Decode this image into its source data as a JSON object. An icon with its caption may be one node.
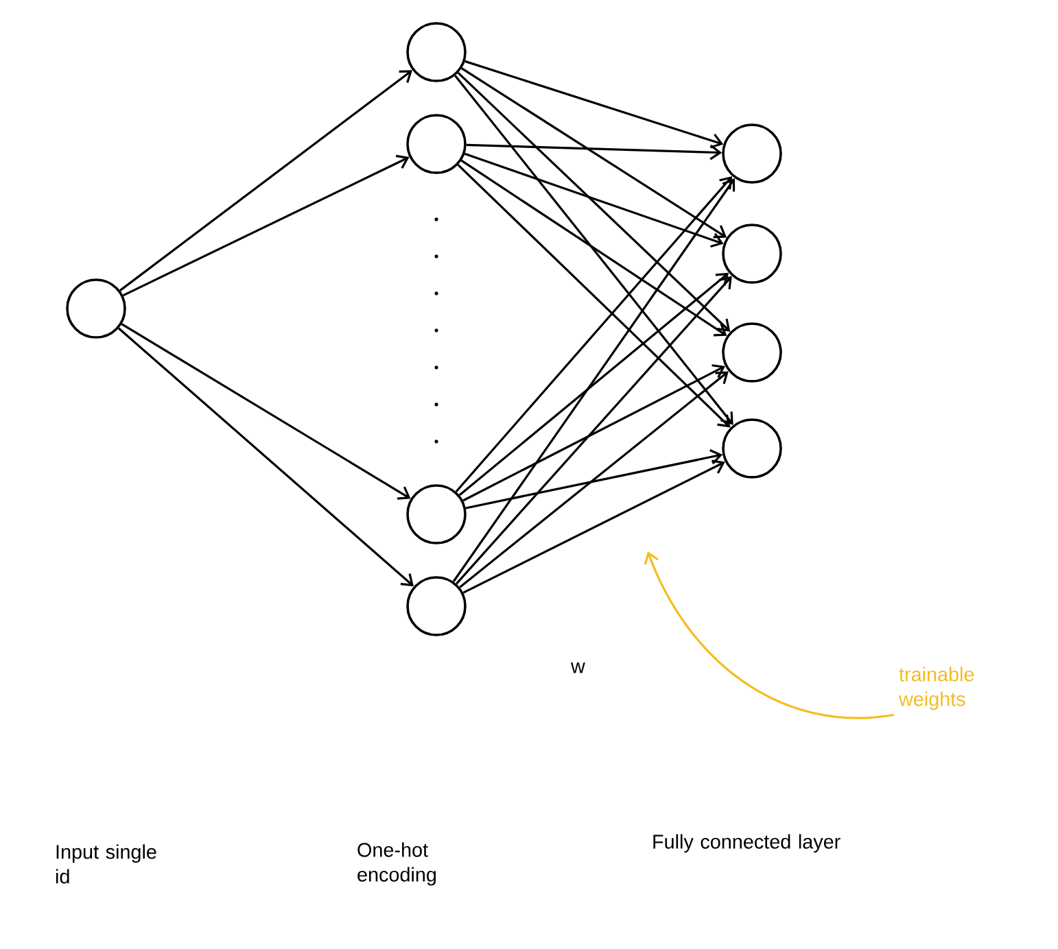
{
  "diagram": {
    "nodes": [
      {
        "text": [],
        "shape": "circle"
      },
      {
        "text": [],
        "shape": "circle"
      },
      {
        "text": [],
        "shape": "circle"
      },
      {
        "text": [],
        "shape": "circle"
      },
      {
        "text": [],
        "shape": "circle"
      },
      {
        "text": [],
        "shape": "circle"
      },
      {
        "text": [],
        "shape": "circle"
      },
      {
        "text": [],
        "shape": "circle"
      },
      {
        "text": [],
        "shape": "circle"
      },
      {
        "text": [
          "trainable weights"
        ]
      }
    ],
    "edges": [
      {
        "from": 0,
        "to": 1,
        "arrow": "to"
      },
      {
        "from": 0,
        "to": 2,
        "arrow": "to"
      },
      {
        "from": 0,
        "to": 3,
        "arrow": "to"
      },
      {
        "from": 0,
        "to": 4,
        "arrow": "to"
      },
      {
        "from": 1,
        "to": 5,
        "arrow": "to"
      },
      {
        "from": 1,
        "to": 6,
        "arrow": "to"
      },
      {
        "from": 1,
        "to": 7,
        "arrow": "to"
      },
      {
        "from": 1,
        "to": 8,
        "arrow": "to"
      },
      {
        "from": 2,
        "to": 5,
        "arrow": "to"
      },
      {
        "from": 2,
        "to": 6,
        "arrow": "to"
      },
      {
        "from": 2,
        "to": 7,
        "arrow": "to"
      },
      {
        "from": 2,
        "to": 8,
        "arrow": "to"
      },
      {
        "from": 3,
        "to": 5,
        "arrow": "to"
      },
      {
        "from": 3,
        "to": 6,
        "arrow": "to"
      },
      {
        "from": 3,
        "to": 7,
        "arrow": "to"
      },
      {
        "from": 3,
        "to": 8,
        "arrow": "to"
      },
      {
        "from": 4,
        "to": 5,
        "arrow": "to"
      },
      {
        "from": 4,
        "to": 6,
        "arrow": "to"
      },
      {
        "from": 4,
        "to": 7,
        "arrow": "to"
      },
      {
        "from": 4,
        "to": 8,
        "arrow": "to"
      },
      {
        "from": 9,
        "to": null,
        "arrow": "to",
        "color": "#f5bc1c"
      }
    ],
    "labels": [
      "w",
      "Input single id",
      "One-hot encoding",
      "Fully connected layer"
    ]
  }
}
